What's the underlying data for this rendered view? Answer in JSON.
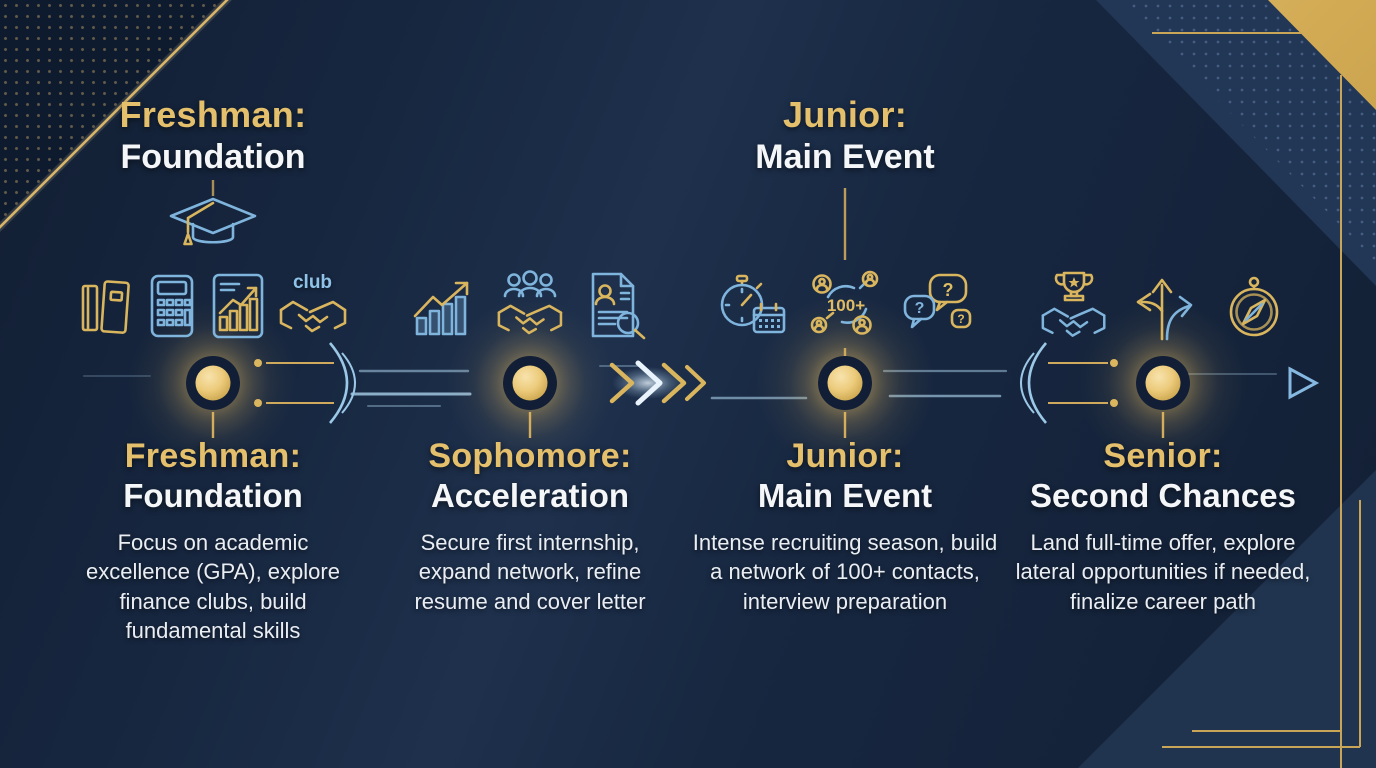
{
  "colors": {
    "background": "#172740",
    "gold_text": "#e5c06c",
    "white_text": "#f4f6f8",
    "icon_gold": "#d9b55e",
    "icon_blue": "#7fb4dd",
    "timeline_glow": "#f0cd7e",
    "corner_gold": "#ddba66"
  },
  "top_labels": [
    {
      "stage": "freshman",
      "title": "Freshman:",
      "subtitle": "Foundation"
    },
    {
      "stage": "junior",
      "title": "Junior:",
      "subtitle": "Main Event"
    }
  ],
  "stages": [
    {
      "id": "freshman",
      "title": "Freshman:",
      "subtitle": "Foundation",
      "description": "Focus on academic excellence (GPA), explore finance clubs, build fundamental skills",
      "icons": [
        "graduation-cap",
        "books",
        "calculator",
        "bar-chart-document",
        "club-handshake"
      ],
      "club_label": "club"
    },
    {
      "id": "sophomore",
      "title": "Sophomore:",
      "subtitle": "Acceleration",
      "description": "Secure first internship, expand network, refine resume and cover letter",
      "icons": [
        "growth-chart",
        "network-handshake",
        "resume-search"
      ]
    },
    {
      "id": "junior",
      "title": "Junior:",
      "subtitle": "Main Event",
      "description": "Intense recruiting season, build a network of 100+ contacts, interview preparation",
      "icons": [
        "stopwatch-calendar",
        "contacts-network",
        "question-bubbles"
      ],
      "network_label": "100+"
    },
    {
      "id": "senior",
      "title": "Senior:",
      "subtitle": "Second Chances",
      "description": "Land full-time offer, explore lateral opportunities if needed, finalize career path",
      "icons": [
        "trophy-handshake",
        "branching-arrows",
        "compass"
      ]
    }
  ],
  "glyphs": {
    "question": "?"
  }
}
